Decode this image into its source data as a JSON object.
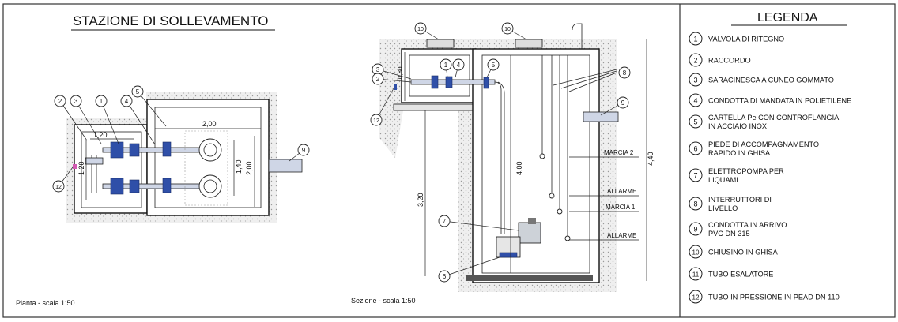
{
  "title": "STAZIONE DI SOLLEVAMENTO",
  "legend_title": "LEGENDA",
  "captions": {
    "plan": "Pianta - scala 1:50",
    "section": "Sezione - scala 1:50"
  },
  "plan_dims": {
    "w1": "1,20",
    "w2": "2,00",
    "h1": "1,20",
    "h2": "1,40",
    "h3": "2,00"
  },
  "section_dims": {
    "top": "0,80",
    "left": "3,20",
    "inner": "4,00",
    "right": "4,40"
  },
  "section_labels": {
    "marcia2": "MARCIA 2",
    "allarme_top": "ALLARME",
    "marcia1": "MARCIA 1",
    "allarme_bottom": "ALLARME"
  },
  "legend": [
    {
      "num": "1",
      "lines": [
        "VALVOLA DI RITEGNO"
      ]
    },
    {
      "num": "2",
      "lines": [
        "RACCORDO"
      ]
    },
    {
      "num": "3",
      "lines": [
        "SARACINESCA A CUNEO GOMMATO"
      ]
    },
    {
      "num": "4",
      "lines": [
        "CONDOTTA DI MANDATA IN POLIETILENE"
      ]
    },
    {
      "num": "5",
      "lines": [
        "CARTELLA Pe CON CONTROFLANGIA",
        "IN ACCIAIO INOX"
      ]
    },
    {
      "num": "6",
      "lines": [
        "PIEDE DI ACCOMPAGNAMENTO",
        "RAPIDO IN GHISA"
      ]
    },
    {
      "num": "7",
      "lines": [
        "ELETTROPOMPA PER",
        "LIQUAMI"
      ]
    },
    {
      "num": "8",
      "lines": [
        "INTERRUTTORI DI",
        "LIVELLO"
      ]
    },
    {
      "num": "9",
      "lines": [
        "CONDOTTA IN ARRIVO",
        "PVC DN 315"
      ]
    },
    {
      "num": "10",
      "lines": [
        "CHIUSINO IN GHISA"
      ]
    },
    {
      "num": "11",
      "lines": [
        "TUBO ESALATORE"
      ]
    },
    {
      "num": "12",
      "lines": [
        "TUBO IN PRESSIONE IN PEAD DN 110"
      ]
    }
  ],
  "plan_callouts": [
    "2",
    "3",
    "1",
    "4",
    "5",
    "9",
    "12"
  ],
  "section_callouts": [
    "10",
    "10",
    "3",
    "2",
    "1",
    "4",
    "5",
    "8",
    "9",
    "12",
    "7",
    "6"
  ]
}
